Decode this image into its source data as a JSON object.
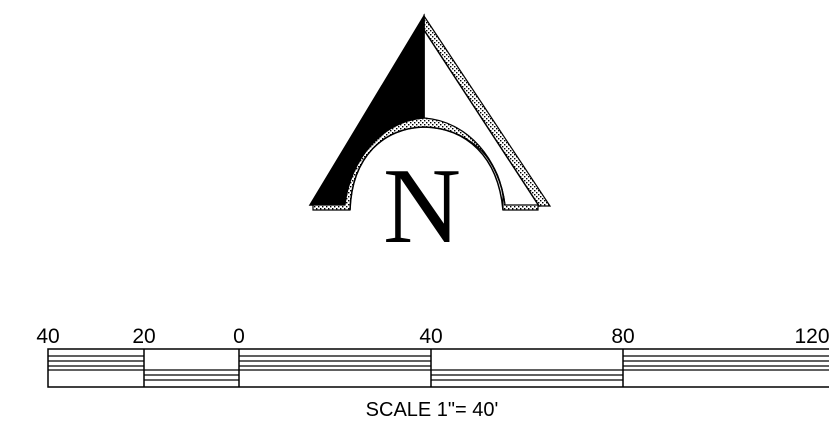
{
  "north_arrow": {
    "letter": "N"
  },
  "scale_bar": {
    "tick_labels": [
      "40",
      "20",
      "0",
      "40",
      "80",
      "120"
    ],
    "caption": "SCALE  1\"= 40'"
  },
  "colors": {
    "ink": "#000000",
    "paper": "#ffffff"
  }
}
